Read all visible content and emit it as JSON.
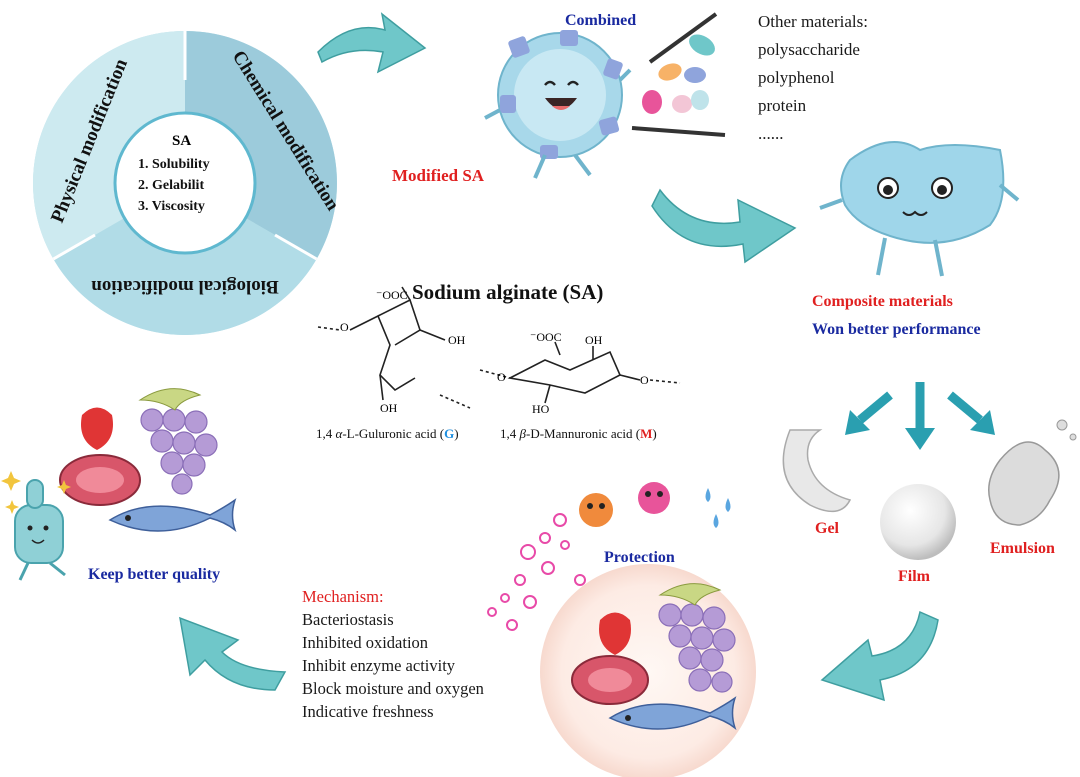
{
  "colors": {
    "red": "#e02020",
    "blue": "#1a2aa0",
    "teal_arrow": "#6fc7c9",
    "ring_light": "#cfe9ef",
    "ring_mid": "#b4dbe6",
    "ring_dark": "#8fc5d6",
    "mascot": "#9fd6ea"
  },
  "wheel": {
    "center_title": "SA",
    "center_items": [
      "1. Solubility",
      "2.  Gelabilit",
      "3. Viscosity"
    ],
    "segments": [
      "Physical modification",
      "Chemical modification",
      "Biological modification"
    ]
  },
  "combined": {
    "title": "Combined",
    "other_title": "Other materials:",
    "other_items": [
      "polysaccharide",
      "polyphenol",
      "protein",
      "......"
    ],
    "modified_label": "Modified SA"
  },
  "composite": {
    "line1": "Composite materials",
    "line2": "Won better performance"
  },
  "sodium": {
    "title": "Sodium alginate (SA)",
    "guluronic": {
      "prefix": "1,4 ",
      "italic": "α",
      "mid": "-L-Guluronic acid (",
      "letter": "G",
      "suffix": ")"
    },
    "mannuronic": {
      "prefix": "1,4 ",
      "italic": "β",
      "mid": "-D-Mannuronic acid (",
      "letter": "M",
      "suffix": ")"
    },
    "coo_label": "⁻OOC",
    "oh_label": "OH",
    "ho_label": "HO",
    "o_label": "O"
  },
  "forms": {
    "gel": "Gel",
    "film": "Film",
    "emulsion": "Emulsion"
  },
  "protection": {
    "title": "Protection",
    "mechanism_title": "Mechanism:",
    "mechanisms": [
      "Bacteriostasis",
      "Inhibited oxidation",
      "Inhibit enzyme activity",
      "Block moisture and oxygen",
      "Indicative freshness"
    ]
  },
  "quality": {
    "label": "Keep better quality"
  }
}
